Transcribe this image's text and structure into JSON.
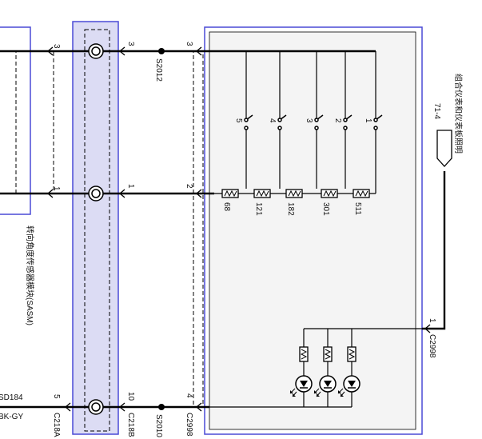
{
  "colors": {
    "module_border": "#4a4ad6",
    "module_fill": "#dcdcf4",
    "panel_fill": "#f4f4f4",
    "wire": "#000000"
  },
  "left_module": {
    "name": "转向角度传感器模块(SASM)",
    "pin_top": "3",
    "pin_mid": "1",
    "pin_bottom": "5",
    "connector_bottom": "C218A",
    "wire_bottom_label_1": "SD184",
    "wire_bottom_label_2": "BK-GY"
  },
  "clockspring": {
    "pin_top": "3",
    "pin_mid": "1",
    "pin_bottom": "10",
    "connector_bottom": "C218B"
  },
  "splices": {
    "top": "S2012",
    "bottom": "S2010"
  },
  "switch_module": {
    "pin_top": "3",
    "pin_mid": "2",
    "pin_bottom": "4",
    "connector_bottom": "C2998",
    "switches": [
      "5",
      "4",
      "3",
      "2",
      "1"
    ],
    "resistors": [
      "68",
      "121",
      "182",
      "301",
      "511"
    ],
    "pin_right": "1",
    "connector_right": "C2998"
  },
  "right_module": {
    "name": "组合仪表和仪表板照明",
    "pin": "71-4"
  }
}
